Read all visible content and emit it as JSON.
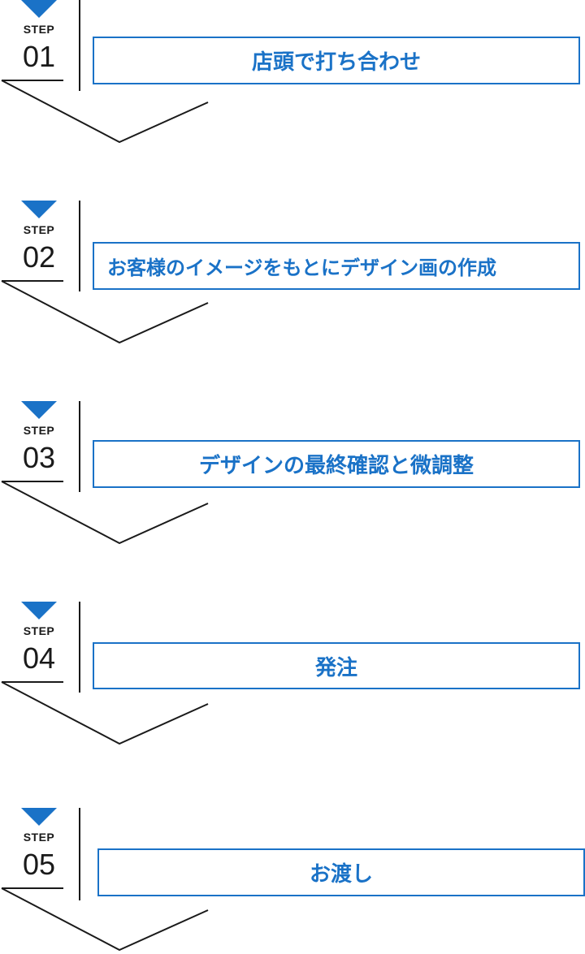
{
  "colors": {
    "accent": "#1a72c7",
    "line": "#1a1a1a"
  },
  "steps": [
    {
      "label": "STEP",
      "number": "01",
      "title": "店頭で打ち合わせ"
    },
    {
      "label": "STEP",
      "number": "02",
      "title": "お客様のイメージをもとにデザイン画の作成"
    },
    {
      "label": "STEP",
      "number": "03",
      "title": "デザインの最終確認と微調整"
    },
    {
      "label": "STEP",
      "number": "04",
      "title": "発注"
    },
    {
      "label": "STEP",
      "number": "05",
      "title": "お渡し"
    }
  ]
}
